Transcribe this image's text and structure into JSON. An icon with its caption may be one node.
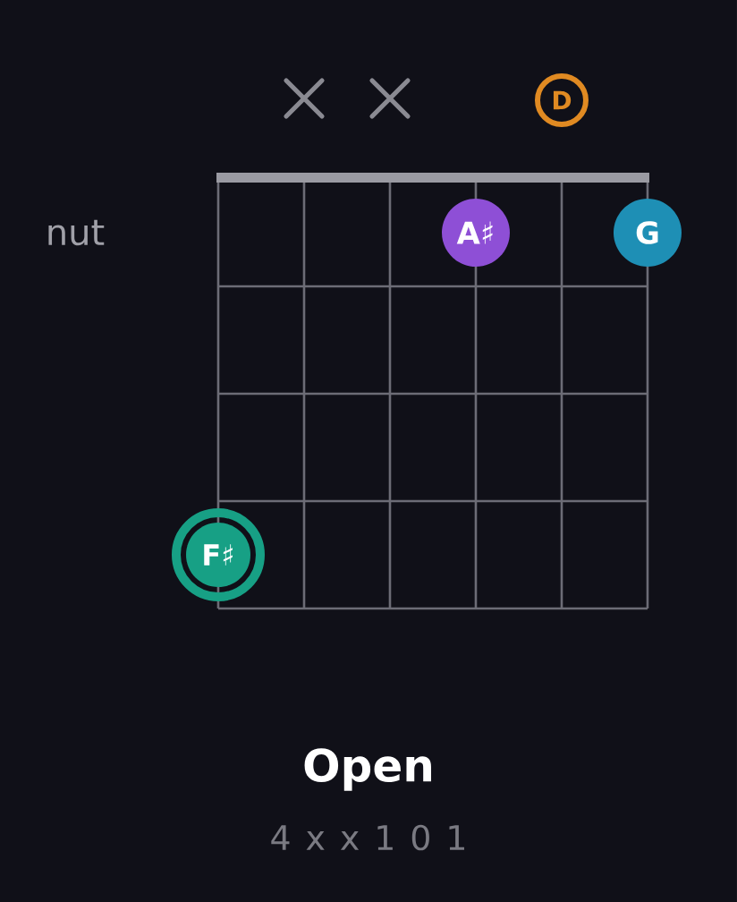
{
  "diagram": {
    "title": "Open",
    "caption": "4 x x 1 0 1",
    "nodes": [
      {
        "text": [
          "D"
        ]
      },
      {
        "text": [
          "A♯"
        ]
      },
      {
        "text": [
          "G"
        ]
      },
      {
        "text": [
          "F♯"
        ]
      }
    ],
    "labels": [
      "nut"
    ]
  }
}
